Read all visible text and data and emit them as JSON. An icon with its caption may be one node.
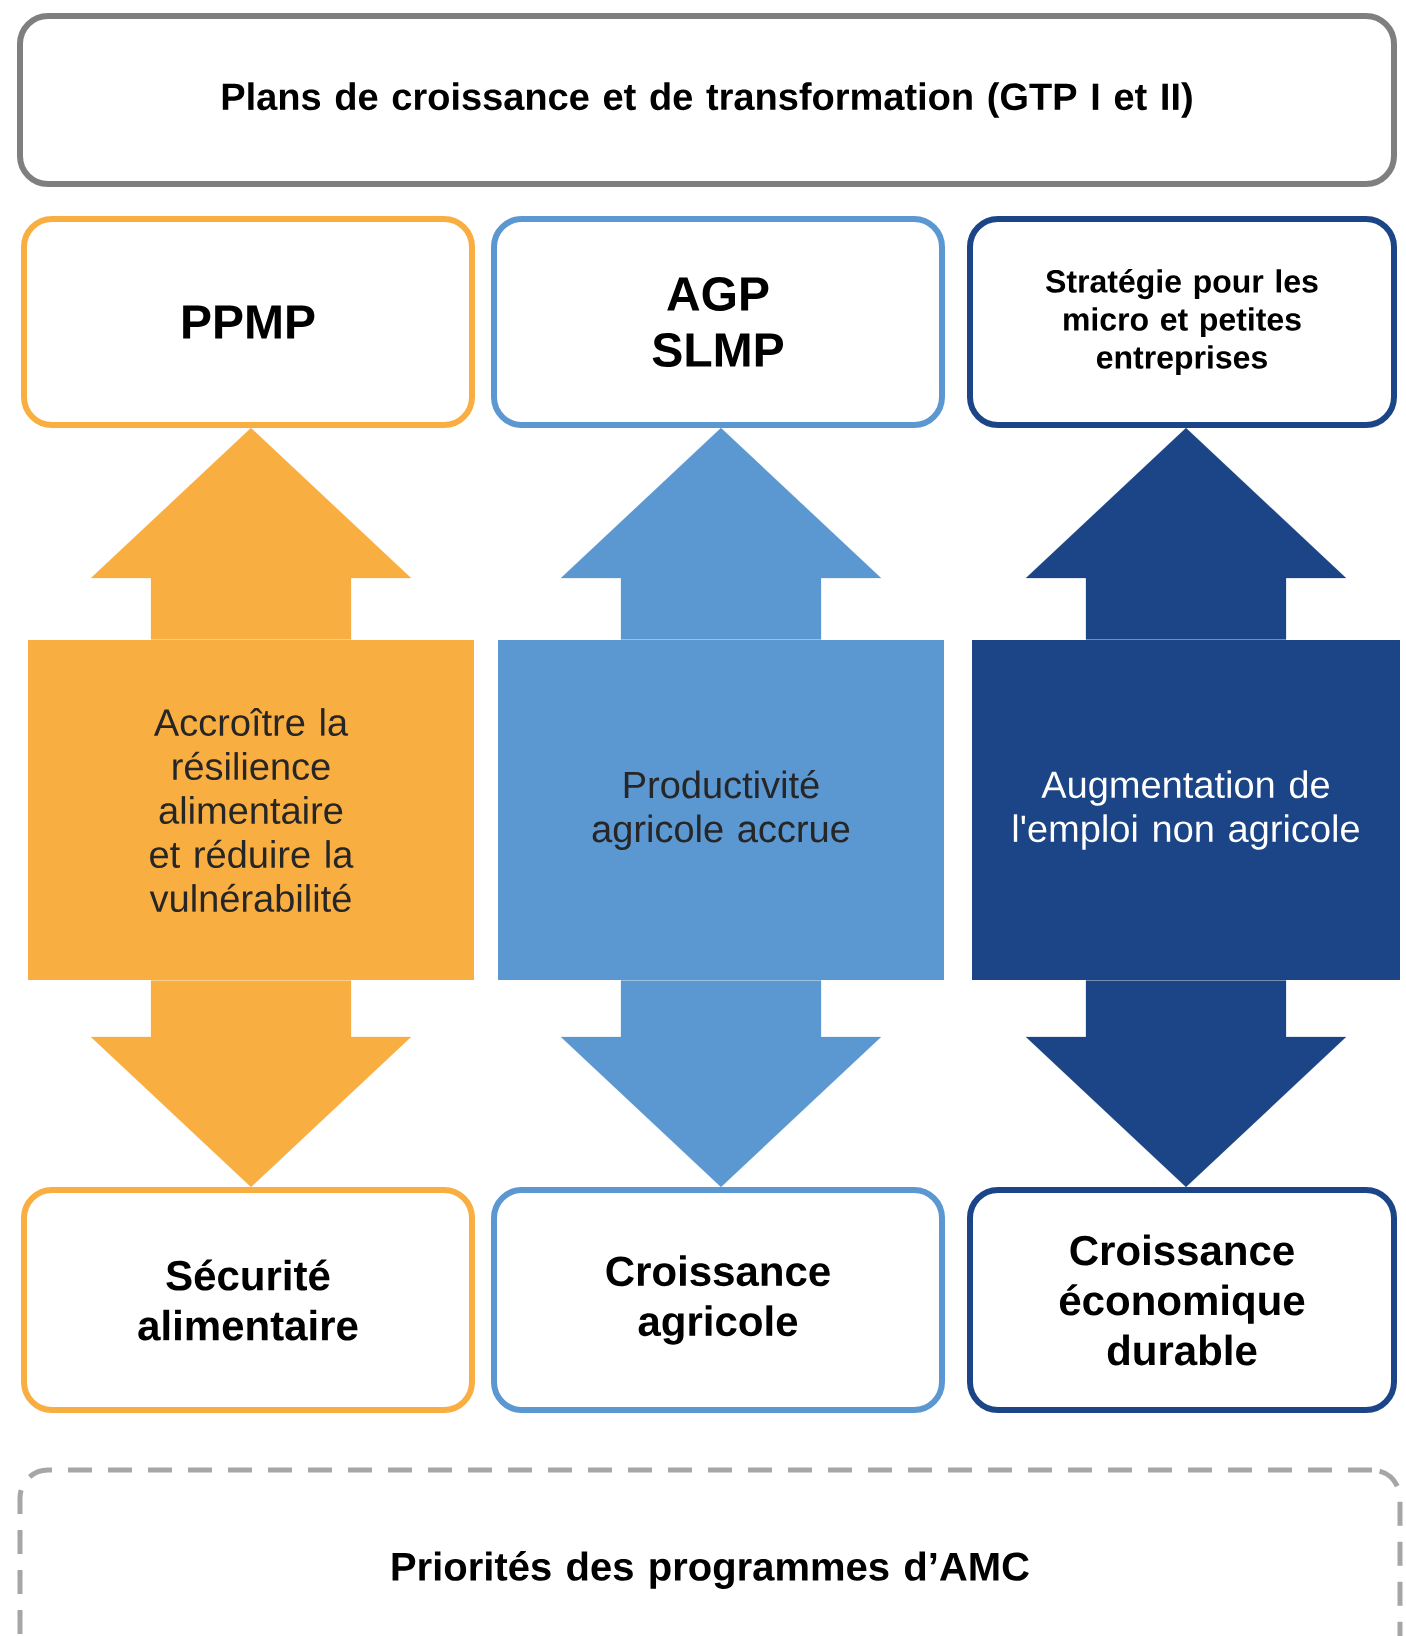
{
  "diagram": {
    "nodes": [
      {
        "text": [
          "Plans de croissance et de transformation (GTP I et II)"
        ]
      },
      {
        "text": [
          "PPMP"
        ]
      },
      {
        "text": [
          "AGP",
          "SLMP"
        ]
      },
      {
        "text": [
          "Stratégie pour les micro et petites entreprises"
        ]
      },
      {
        "text": [
          "Accroître la résilience alimentaire et réduire la vulnérabilité"
        ]
      },
      {
        "text": [
          "Productivité agricole accrue"
        ]
      },
      {
        "text": [
          "Augmentation de l'emploi non agricole"
        ]
      },
      {
        "text": [
          "Sécurité alimentaire"
        ]
      },
      {
        "text": [
          "Croissance agricole"
        ]
      },
      {
        "text": [
          "Croissance économique durable"
        ]
      },
      {
        "text": [
          "Priorités des programmes d’AMC"
        ]
      }
    ],
    "edges": [
      {
        "from": 4,
        "to": 1,
        "arrow": "to",
        "style": "thick",
        "color": "#f9ae42"
      },
      {
        "from": 4,
        "to": 7,
        "arrow": "to",
        "style": "thick",
        "color": "#f9ae42"
      },
      {
        "from": 5,
        "to": 2,
        "arrow": "to",
        "style": "thick",
        "color": "#5b97d1"
      },
      {
        "from": 5,
        "to": 8,
        "arrow": "to",
        "style": "thick",
        "color": "#5b97d1"
      },
      {
        "from": 6,
        "to": 3,
        "arrow": "to",
        "style": "thick",
        "color": "#1b4586"
      },
      {
        "from": 6,
        "to": 9,
        "arrow": "to",
        "style": "thick",
        "color": "#1b4586"
      }
    ]
  }
}
